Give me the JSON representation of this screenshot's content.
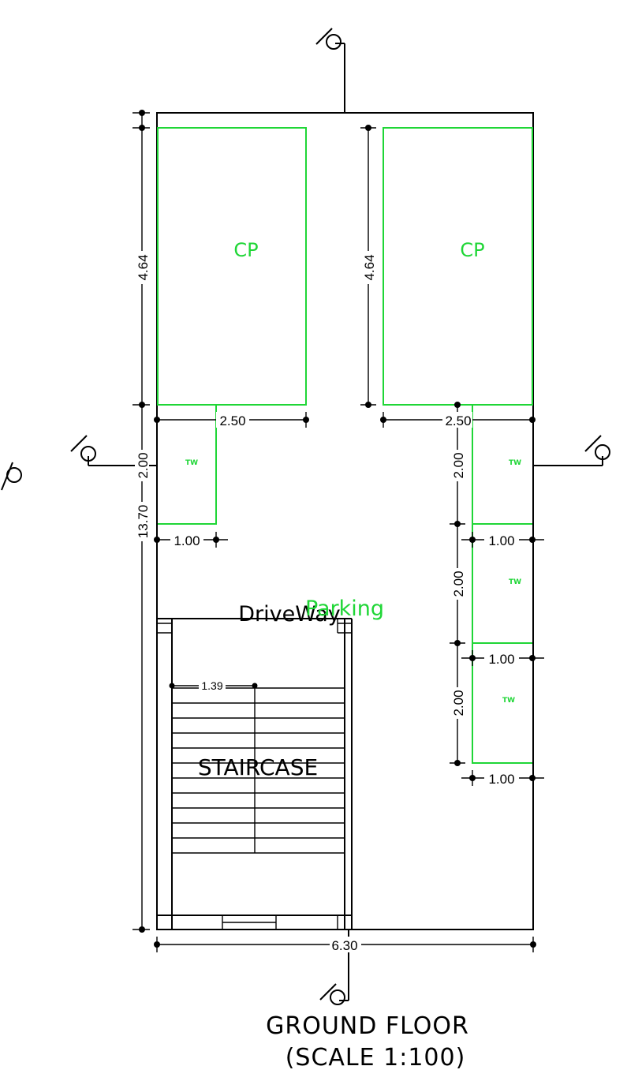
{
  "drawing": {
    "title": "GROUND FLOOR",
    "scale": "(SCALE 1:100)"
  },
  "rooms": {
    "car_park_left": "CP",
    "car_park_right": "CP",
    "two_wheeler": "TW",
    "parking": "Parking",
    "driveway": "DriveWay",
    "staircase": "STAIRCASE"
  },
  "dimensions": {
    "overall_length": "13.70",
    "overall_width": "6.30",
    "cp_length_left": "4.64",
    "cp_length_right": "4.64",
    "cp_width_left": "2.50",
    "cp_width_right": "2.50",
    "tw_length_left": "2.00",
    "tw_width_left": "1.00",
    "tw_length_right_1": "2.00",
    "tw_width_right_1": "1.00",
    "tw_length_right_2": "2.00",
    "tw_width_right_2": "1.00",
    "tw_length_right_3": "2.00",
    "tw_width_right_3": "1.00",
    "stair_width": "1.39"
  },
  "colors": {
    "wall": "#000000",
    "annotation_green": "#1fd636"
  }
}
